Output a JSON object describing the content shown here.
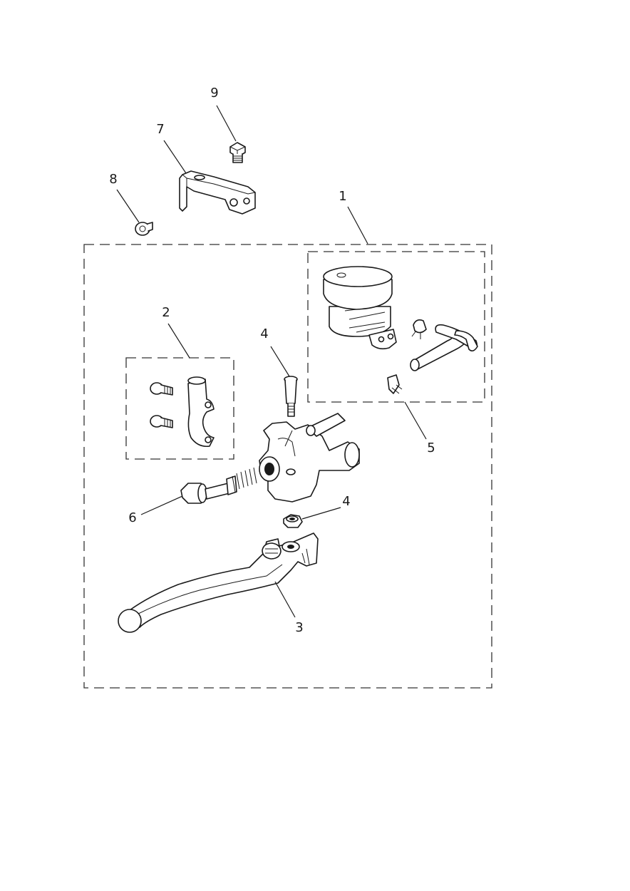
{
  "callouts": {
    "c1": "1",
    "c2": "2",
    "c3": "3",
    "c4a": "4",
    "c4b": "4",
    "c5": "5",
    "c6": "6",
    "c7": "7",
    "c8": "8",
    "c9": "9"
  },
  "colors": {
    "line": "#1a1a1a",
    "background": "#ffffff",
    "shade": "#d8d8d8"
  }
}
